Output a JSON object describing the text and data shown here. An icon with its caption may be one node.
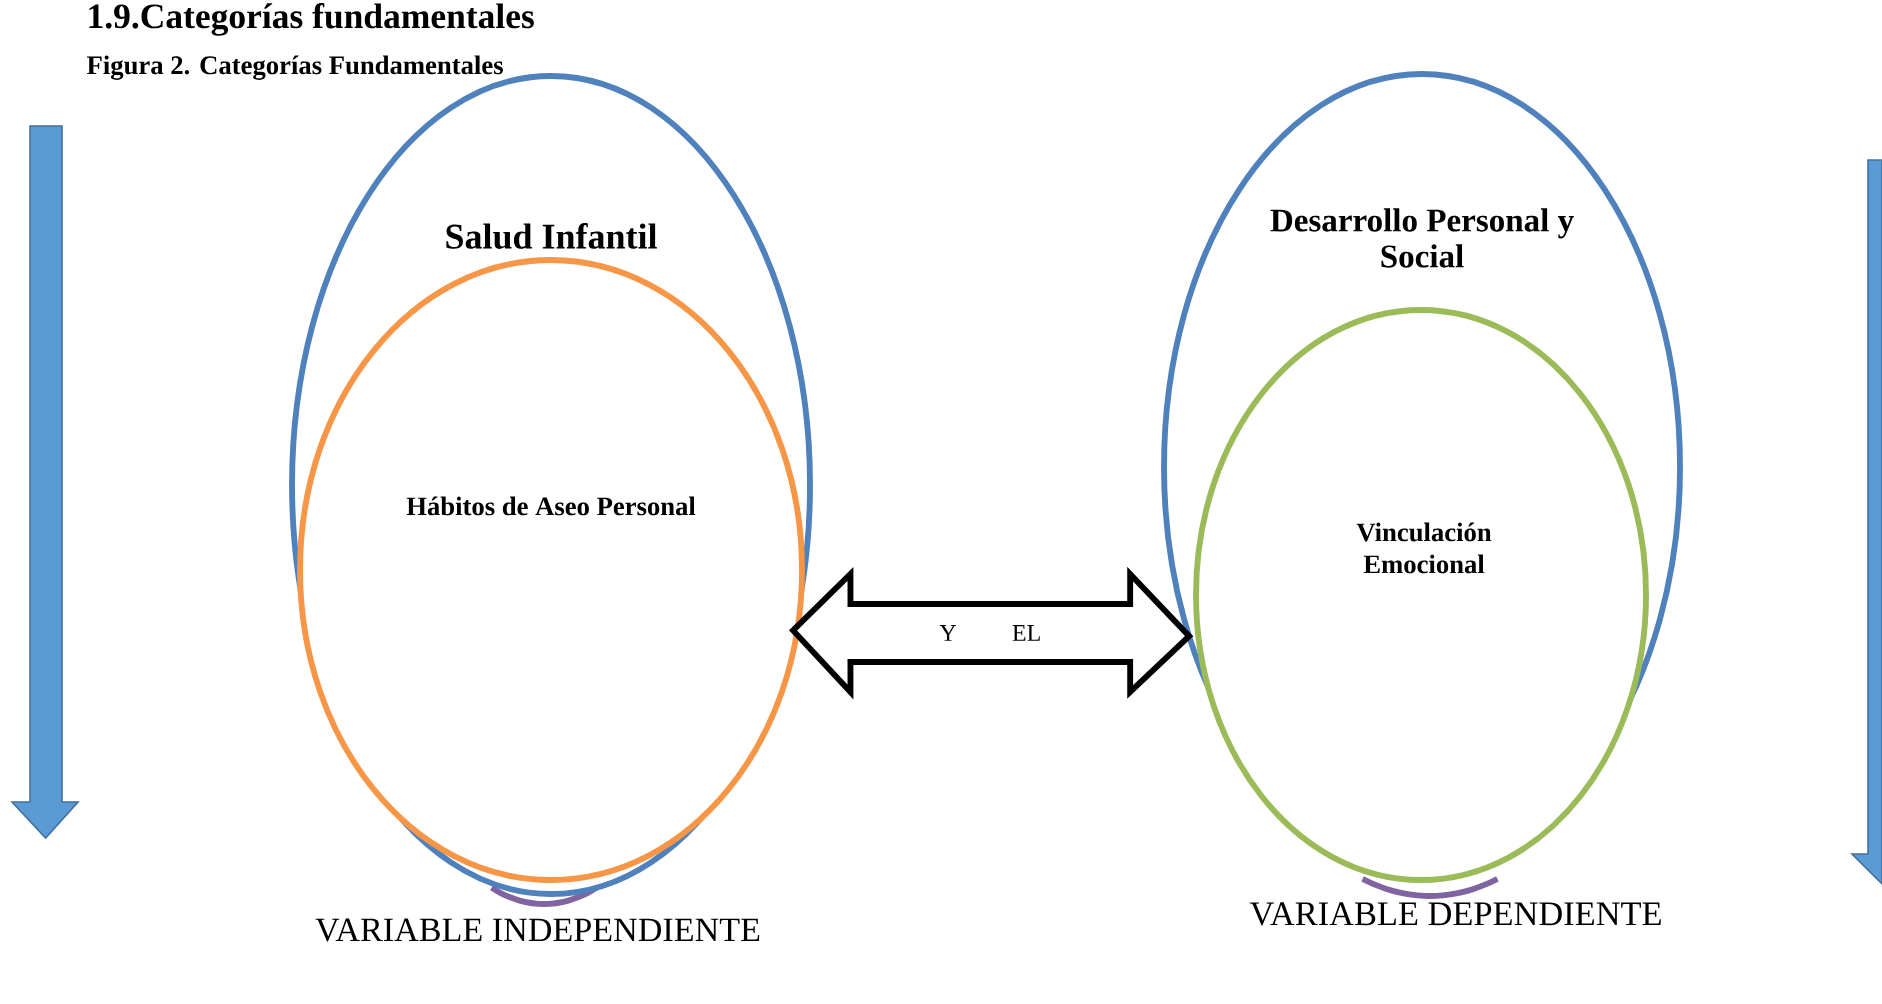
{
  "diagram": {
    "title": "1.9.Categorías fundamentales",
    "caption": "Figura 2. Categorías Fundamentales",
    "nodes": [
      {
        "text": [
          "Salud Infantil"
        ],
        "beside": [
          "VARIABLE INDEPENDIENTE"
        ]
      },
      {
        "text": [
          "Hábitos de Aseo Personal"
        ],
        "in": 0
      },
      {
        "text": [
          "Desarrollo Personal y Social"
        ],
        "beside": [
          "VARIABLE DEPENDIENTE"
        ]
      },
      {
        "text": [
          "Vinculación Emocional"
        ],
        "in": 2
      }
    ],
    "edges": [
      {
        "from": 0,
        "to": 2,
        "arrow": "both",
        "label": "Y EL"
      }
    ]
  }
}
